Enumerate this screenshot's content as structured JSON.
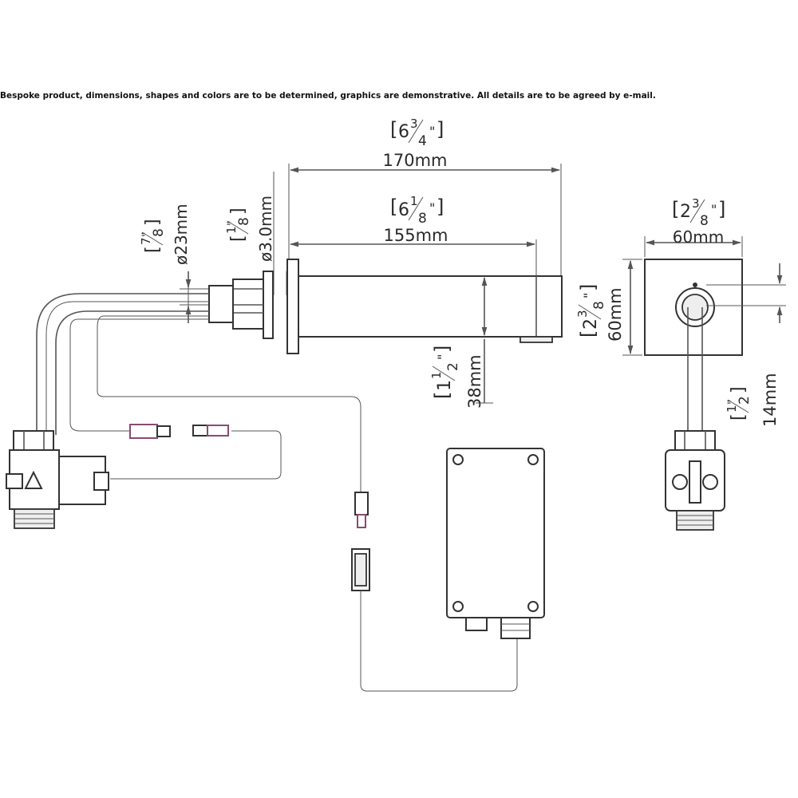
{
  "disclaimer": "Bespoke product, dimensions, shapes and colors are to be determined, graphics are demonstrative. All details are to be agreed by e-mail.",
  "dimensions": {
    "length_total": {
      "mm": "170mm",
      "whole": "6",
      "num": "3",
      "den": "4"
    },
    "length_spout": {
      "mm": "155mm",
      "whole": "6",
      "num": "1",
      "den": "8"
    },
    "pipe_diameter": {
      "mm": "ø23mm",
      "whole": "",
      "num": "7",
      "den": "8"
    },
    "plate_thickness": {
      "mm": "ø3.0mm",
      "whole": "",
      "num": "1",
      "den": "8"
    },
    "spout_height": {
      "mm": "60mm",
      "whole": "2",
      "num": "3",
      "den": "8"
    },
    "drop": {
      "mm": "38mm",
      "whole": "1",
      "num": "1",
      "den": "2"
    },
    "plate_width": {
      "mm": "60mm",
      "whole": "2",
      "num": "3",
      "den": "8"
    },
    "offset": {
      "mm": "14mm",
      "whole": "",
      "num": "1",
      "den": "2"
    }
  }
}
